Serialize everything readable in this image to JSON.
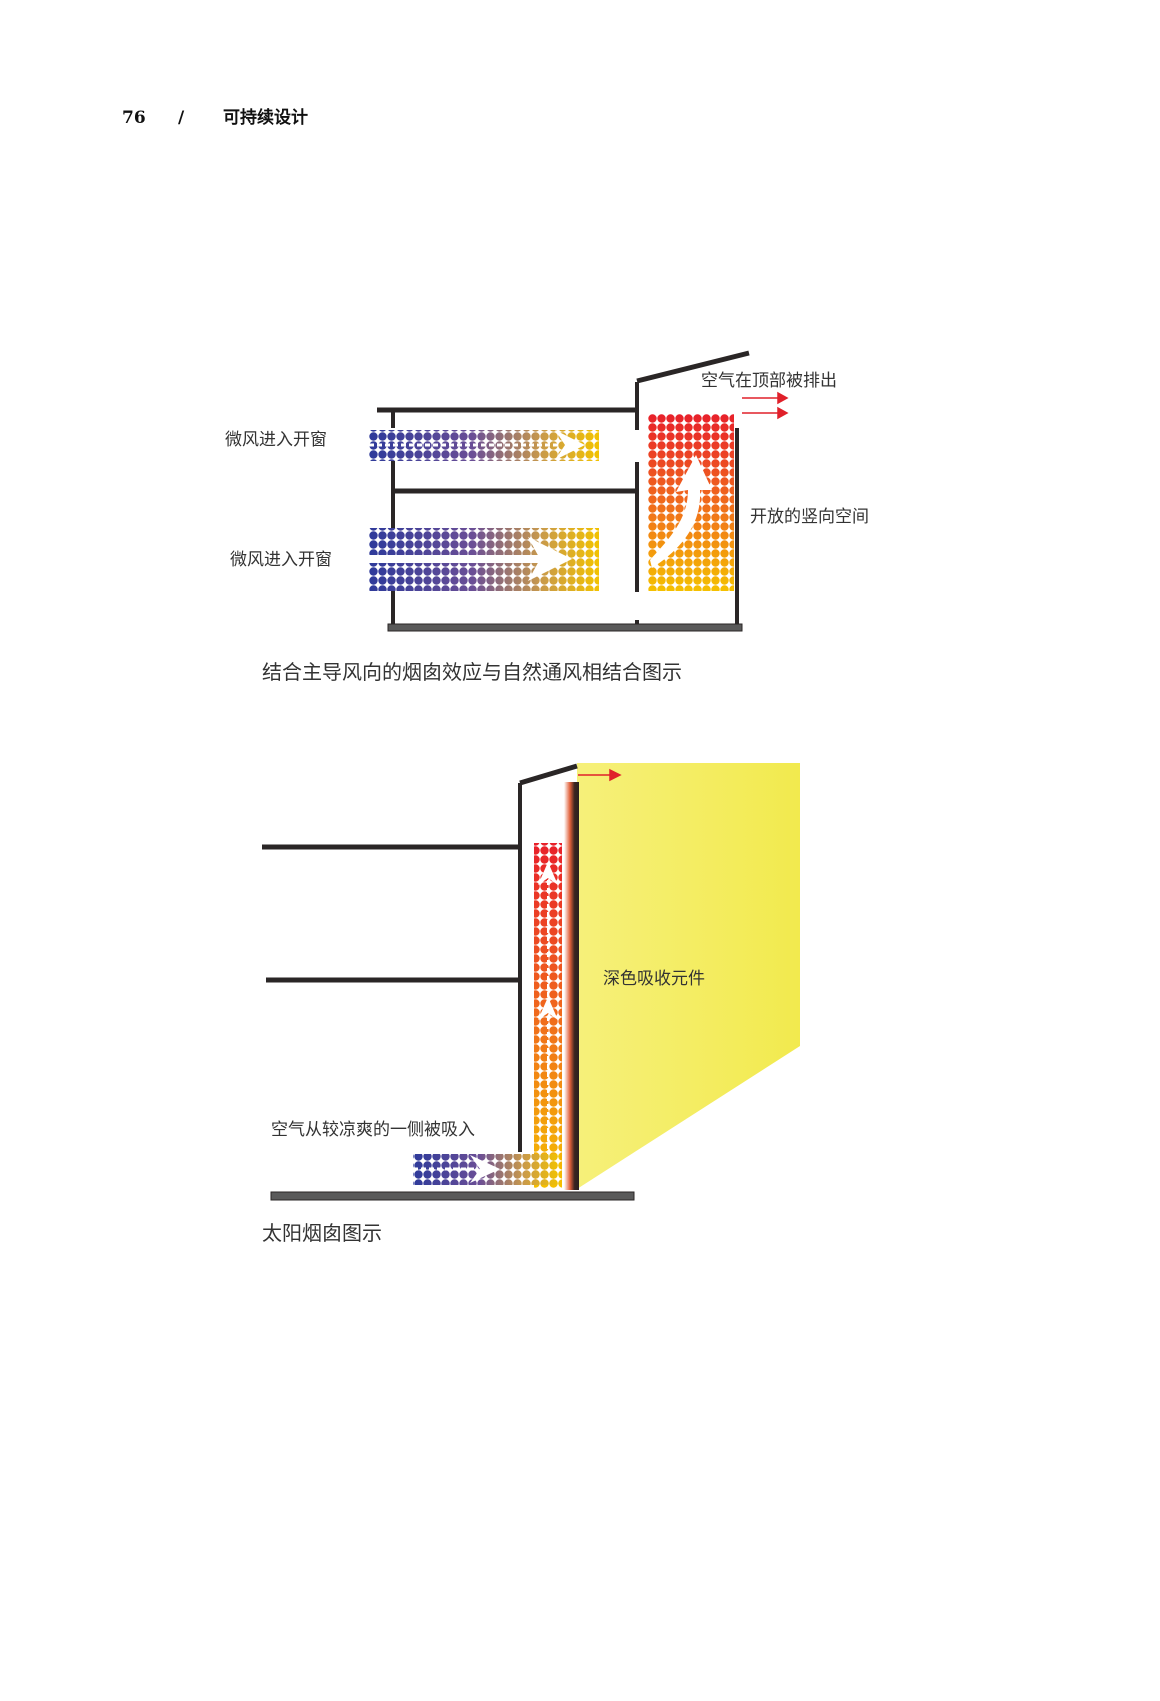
{
  "header": {
    "page_number": "76",
    "separator": "/",
    "running_title": "可持续设计"
  },
  "figure1": {
    "label_window_upper": "微风进入开窗",
    "label_window_lower": "微风进入开窗",
    "label_exhaust": "空气在顶部被排出",
    "label_vertical_space": "开放的竖向空间",
    "caption": "结合主导风向的烟囱效应与自然通风相结合图示"
  },
  "figure2": {
    "label_absorber": "深色吸收元件",
    "label_intake": "空气从较凉爽的一侧被吸入",
    "caption": "太阳烟囱图示"
  },
  "colors": {
    "wall": "#2a2626",
    "floor": "#5a5a5a",
    "cool": "#2e3a9a",
    "warm": "#f2c200",
    "hot": "#e8202a",
    "panel": "#f4ee5a",
    "arrow_red": "#e0202a"
  }
}
